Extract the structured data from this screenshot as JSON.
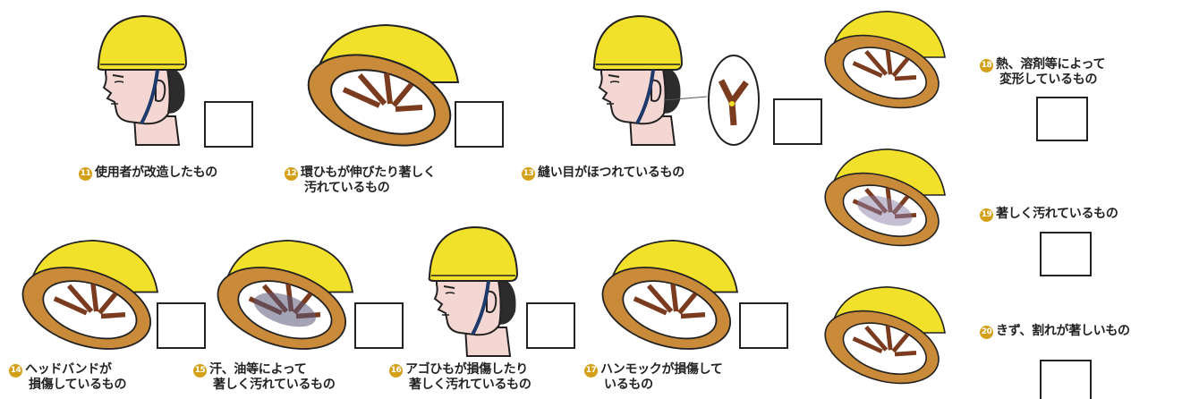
{
  "items": [
    {
      "num": "11",
      "line1": "使用者が改造したもの",
      "line2": ""
    },
    {
      "num": "12",
      "line1": "環ひもが伸びたり著しく",
      "line2": "汚れているもの"
    },
    {
      "num": "13",
      "line1": "縫い目がほつれているもの",
      "line2": ""
    },
    {
      "num": "14",
      "line1": "ヘッドバンドが",
      "line2": "損傷しているもの"
    },
    {
      "num": "15",
      "line1": "汗、油等によって",
      "line2": "著しく汚れているもの"
    },
    {
      "num": "16",
      "line1": "アゴひもが損傷したり",
      "line2": "著しく汚れているもの"
    },
    {
      "num": "17",
      "line1": "ハンモックが損傷して",
      "line2": "いるもの"
    },
    {
      "num": "18",
      "line1": "熱、溶剤等によって",
      "line2": "変形しているもの"
    },
    {
      "num": "19",
      "line1": "著しく汚れているもの",
      "line2": ""
    },
    {
      "num": "20",
      "line1": "きず、割れが著しいもの",
      "line2": ""
    }
  ],
  "colors": {
    "helmet": "#f2e12a",
    "shell_inside": "#c98a3a",
    "strap": "#7a3b1f",
    "skin": "#f4d6d2",
    "badge": "#d4a017"
  }
}
